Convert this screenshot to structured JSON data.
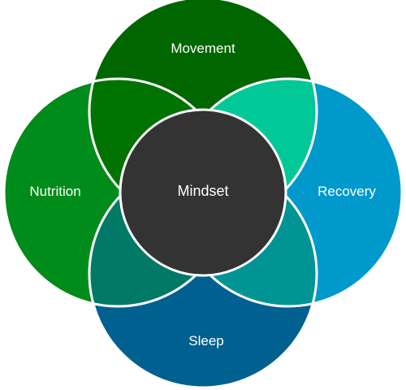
{
  "diagram": {
    "center": {
      "label": "Mindset",
      "color": "#333333"
    },
    "petals": [
      {
        "key": "movement",
        "label": "Movement",
        "color": "#006600"
      },
      {
        "key": "recovery",
        "label": "Recovery",
        "color": "#0099CC"
      },
      {
        "key": "sleep",
        "label": "Sleep",
        "color": "#00608F"
      },
      {
        "key": "nutrition",
        "label": "Nutrition",
        "color": "#008C1A"
      }
    ],
    "overlaps": [
      {
        "key": "movement-nutrition",
        "color": "#007300"
      },
      {
        "key": "movement-recovery",
        "color": "#00C896"
      },
      {
        "key": "sleep-recovery",
        "color": "#009494"
      },
      {
        "key": "sleep-nutrition",
        "color": "#007A66"
      }
    ],
    "stroke_color": "#ffffff"
  }
}
